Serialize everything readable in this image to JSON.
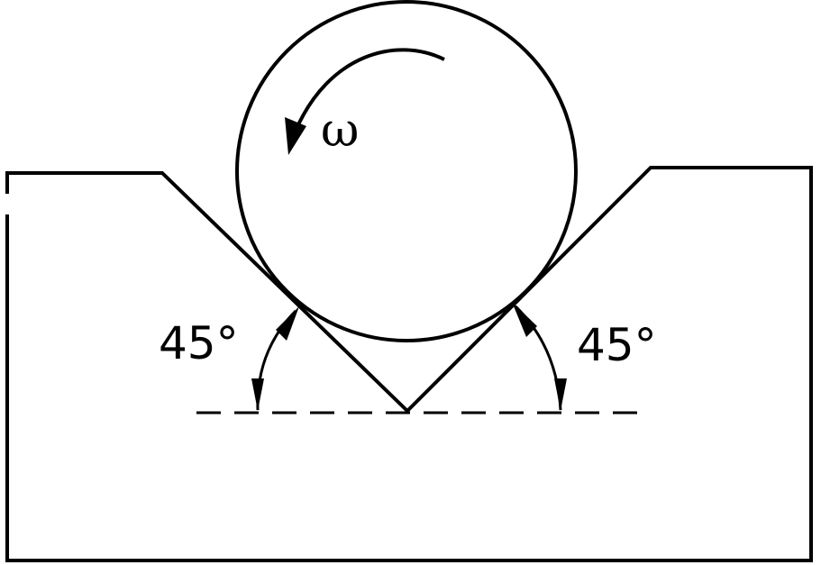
{
  "diagram": {
    "labels": {
      "omega": "ω",
      "left_angle": "45°",
      "right_angle": "45°"
    },
    "angles_deg": {
      "left_groove_face": 45,
      "right_groove_face": 45
    },
    "colors": {
      "stroke": "#000000",
      "background": "#ffffff"
    }
  }
}
